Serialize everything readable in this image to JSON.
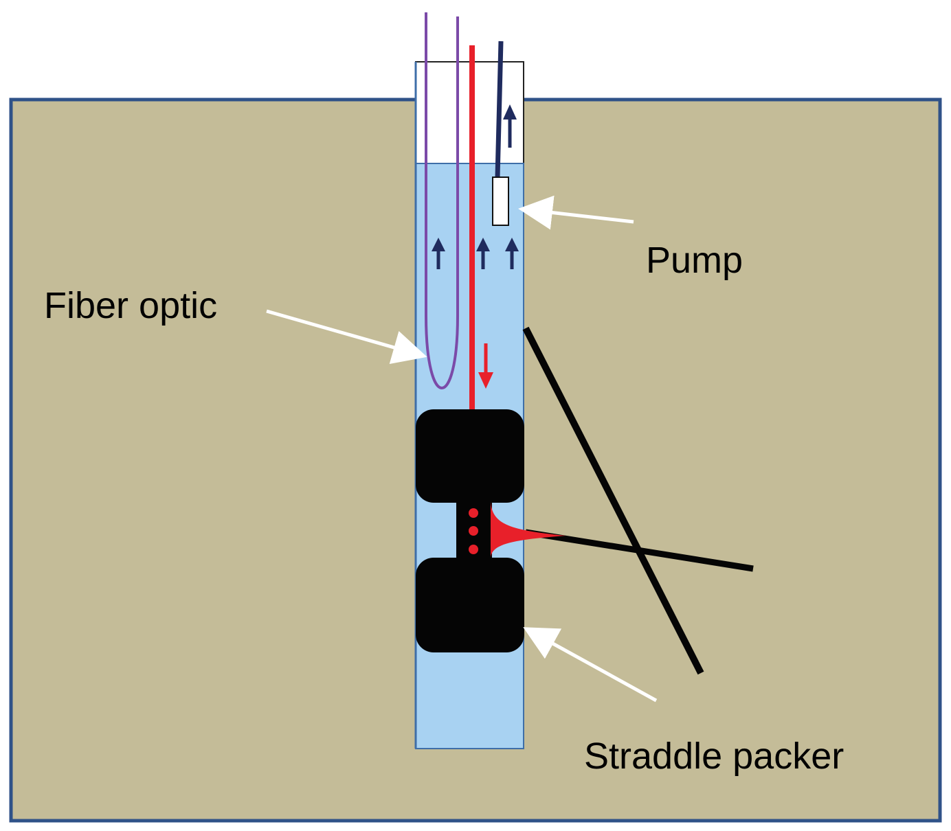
{
  "labels": {
    "pump": "Pump",
    "fiber_optic": "Fiber optic",
    "straddle_packer": "Straddle packer"
  },
  "colors": {
    "ground": "#C4BC98",
    "ground_border": "#2F5288",
    "borehole_water": "#A8D2F2",
    "borehole_edge": "#3E6EA8",
    "casing": "#FFFFFF",
    "fiber": "#7B4AA8",
    "heater_line": "#E8202A",
    "pump_line": "#1F2B5E",
    "flow_arrow": "#1F2B5E",
    "packer": "#050505",
    "fracture": "#050505",
    "pointer": "#FFFFFF"
  },
  "icons": {
    "flow": "up-arrow-icon",
    "heat": "down-arrow-icon"
  }
}
